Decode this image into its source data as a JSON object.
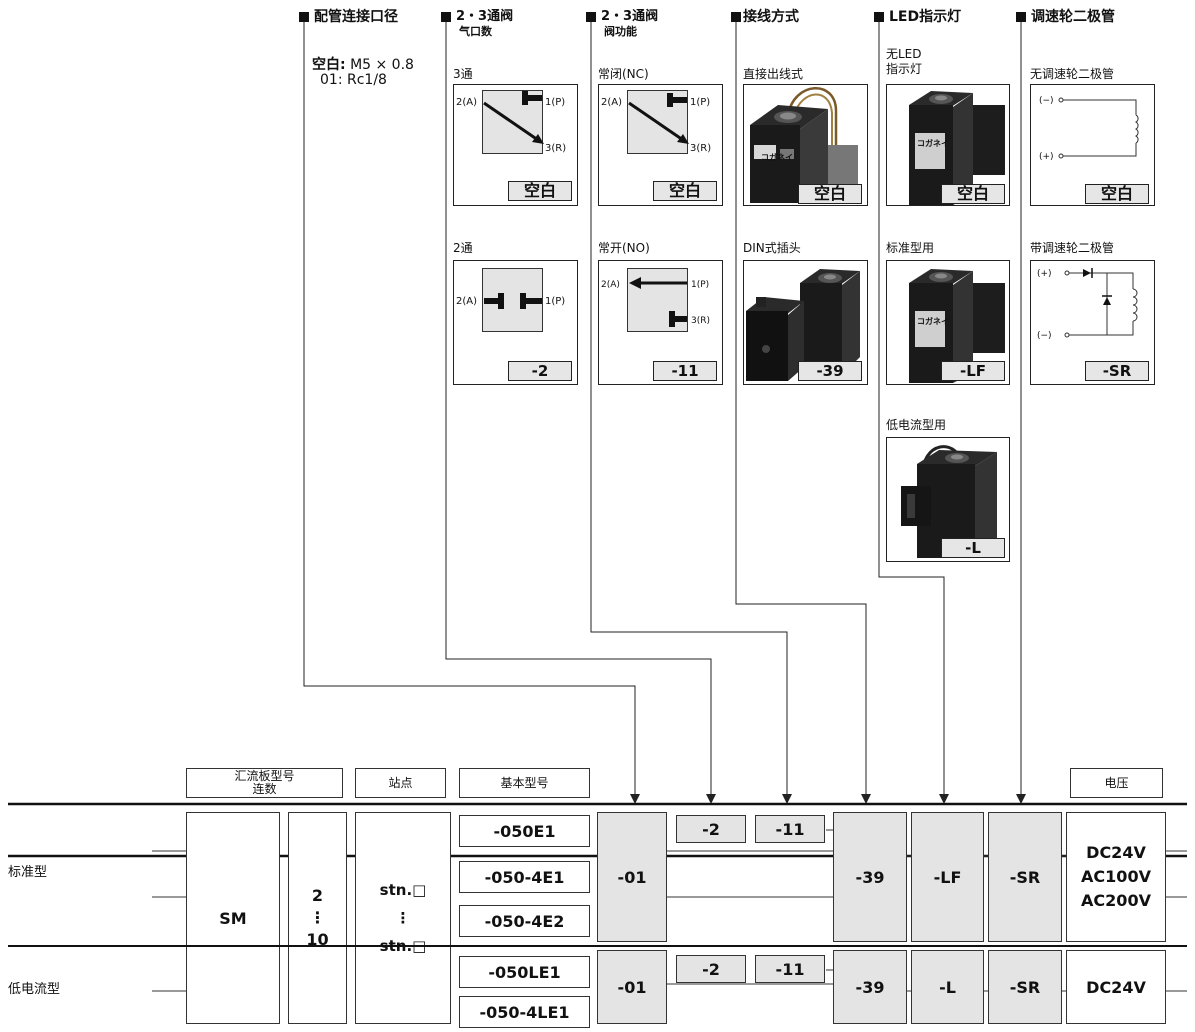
{
  "headers": {
    "port": "配管连接口径",
    "ports": {
      "line1": "2・3通阀",
      "line2": "气口数"
    },
    "func": {
      "line1": "2・3通阀",
      "line2": "阀功能"
    },
    "wiring": "接线方式",
    "led": "LED指示灯",
    "diode": "调速轮二极管"
  },
  "port_options": {
    "blank_key": "空白:",
    "blank_val": "M5 × 0.8",
    "r_key": "01:",
    "r_val": "Rc1/8"
  },
  "options": {
    "ports_3": {
      "title": "3通",
      "code": "空白",
      "p2": "2(A)",
      "p1": "1(P)",
      "p3": "3(R)"
    },
    "ports_2": {
      "title": "2通",
      "code": "-2",
      "p2": "2(A)",
      "p1": "1(P)"
    },
    "nc": {
      "title": "常闭(NC)",
      "code": "空白",
      "p2": "2(A)",
      "p1": "1(P)",
      "p3": "3(R)"
    },
    "no": {
      "title": "常开(NO)",
      "code": "-11",
      "p2": "2(A)",
      "p1": "1(P)",
      "p3": "3(R)"
    },
    "direct": {
      "title": "直接出线式",
      "code": "空白",
      "brand": "コガネイ"
    },
    "din": {
      "title": "DIN式插头",
      "code": "-39"
    },
    "no_led": {
      "title_l1": "无LED",
      "title_l2": "指示灯",
      "code": "空白",
      "brand": "コガネイ"
    },
    "std_led": {
      "title": "标准型用",
      "code": "-LF",
      "brand": "コガネイ"
    },
    "low_led": {
      "title": "低电流型用",
      "code": "-L"
    },
    "no_diode": {
      "title": "无调速轮二极管",
      "code": "空白",
      "minus": "(−)",
      "plus": "(+)"
    },
    "with_diode": {
      "title": "带调速轮二极管",
      "code": "-SR",
      "plus": "(+)",
      "minus": "(−)"
    }
  },
  "table": {
    "col_headers": {
      "manifold": {
        "l1": "汇流板型号",
        "l2": "连数"
      },
      "station": "站点",
      "base": "基本型号",
      "voltage": "电压"
    },
    "row_labels": {
      "standard": "标准型",
      "low": "低电流型"
    },
    "manifold": "SM",
    "count": {
      "min": "2",
      "dots": "⋮",
      "max": "10"
    },
    "station": {
      "top": "stn.□",
      "dots": "⋮",
      "bottom": "stn.□"
    },
    "standard": {
      "models": [
        "-050E1",
        "-050-4E1",
        "-050-4E2"
      ],
      "port": "-01",
      "two": "-2",
      "no": "-11",
      "wiring": "-39",
      "led": "-LF",
      "diode": "-SR",
      "voltages": [
        "DC24V",
        "AC100V",
        "AC200V"
      ]
    },
    "low": {
      "models": [
        "-050LE1",
        "-050-4LE1"
      ],
      "port": "-01",
      "two": "-2",
      "no": "-11",
      "wiring": "-39",
      "led": "-L",
      "diode": "-SR",
      "voltages": [
        "DC24V"
      ]
    }
  }
}
